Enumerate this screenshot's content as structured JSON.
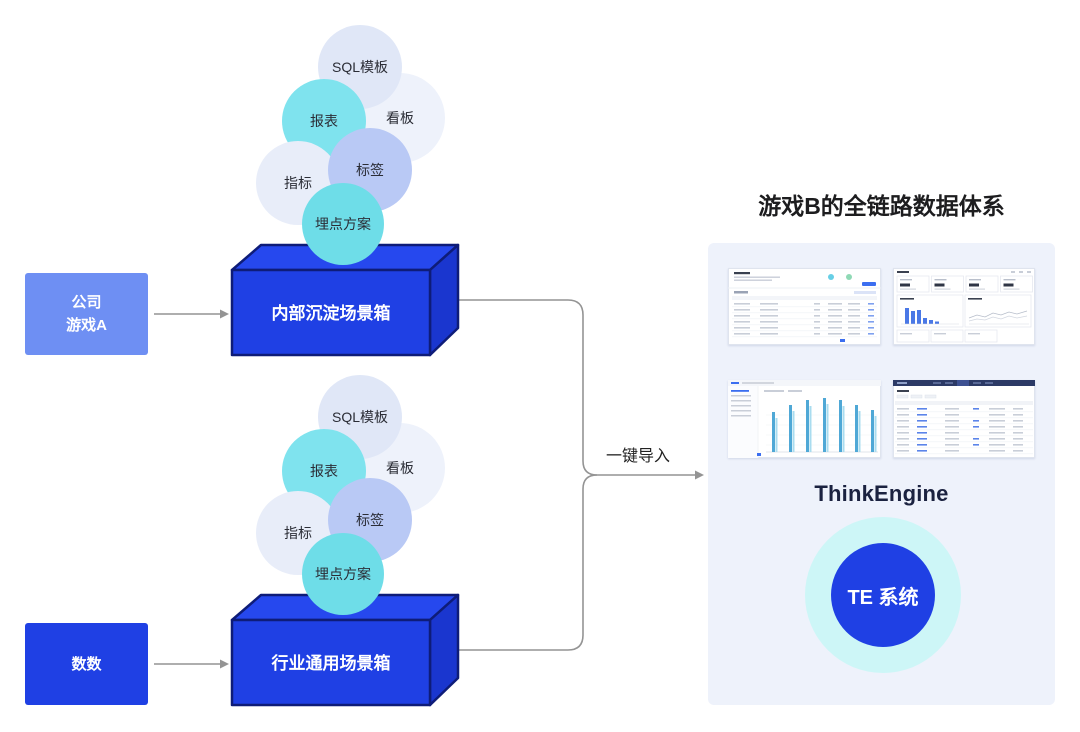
{
  "sources": {
    "company_game_a": {
      "line1": "公司",
      "line2": "游戏A"
    },
    "shushu": {
      "label": "数数"
    }
  },
  "scene_boxes": {
    "internal": {
      "label": "内部沉淀场景箱"
    },
    "industry": {
      "label": "行业通用场景箱"
    }
  },
  "bubble_clusters": [
    {
      "sql_template": "SQL模板",
      "report": "报表",
      "dashboard": "看板",
      "metric": "指标",
      "tag": "标签",
      "tracking_plan": "埋点方案"
    },
    {
      "sql_template": "SQL模板",
      "report": "报表",
      "dashboard": "看板",
      "metric": "指标",
      "tag": "标签",
      "tracking_plan": "埋点方案"
    }
  ],
  "import_arrow": {
    "label": "一键导入"
  },
  "target": {
    "title": "游戏B的全链路数据体系",
    "logo": "ThinkEngine",
    "core_label": "TE 系统"
  },
  "colors": {
    "primary_blue": "#1f40e4",
    "light_blue": "#6e8ff3",
    "box_outline": "#0e1c78",
    "bubble_cyan": "#7fe3ee",
    "bubble_periwinkle": "#b9c9f5",
    "bubble_light": "#e0e7f7",
    "bubble_pale": "#eef2fb",
    "panel_bg": "#eef2fb",
    "core_halo": "#cdf6f7",
    "arrow_gray": "#949494"
  }
}
